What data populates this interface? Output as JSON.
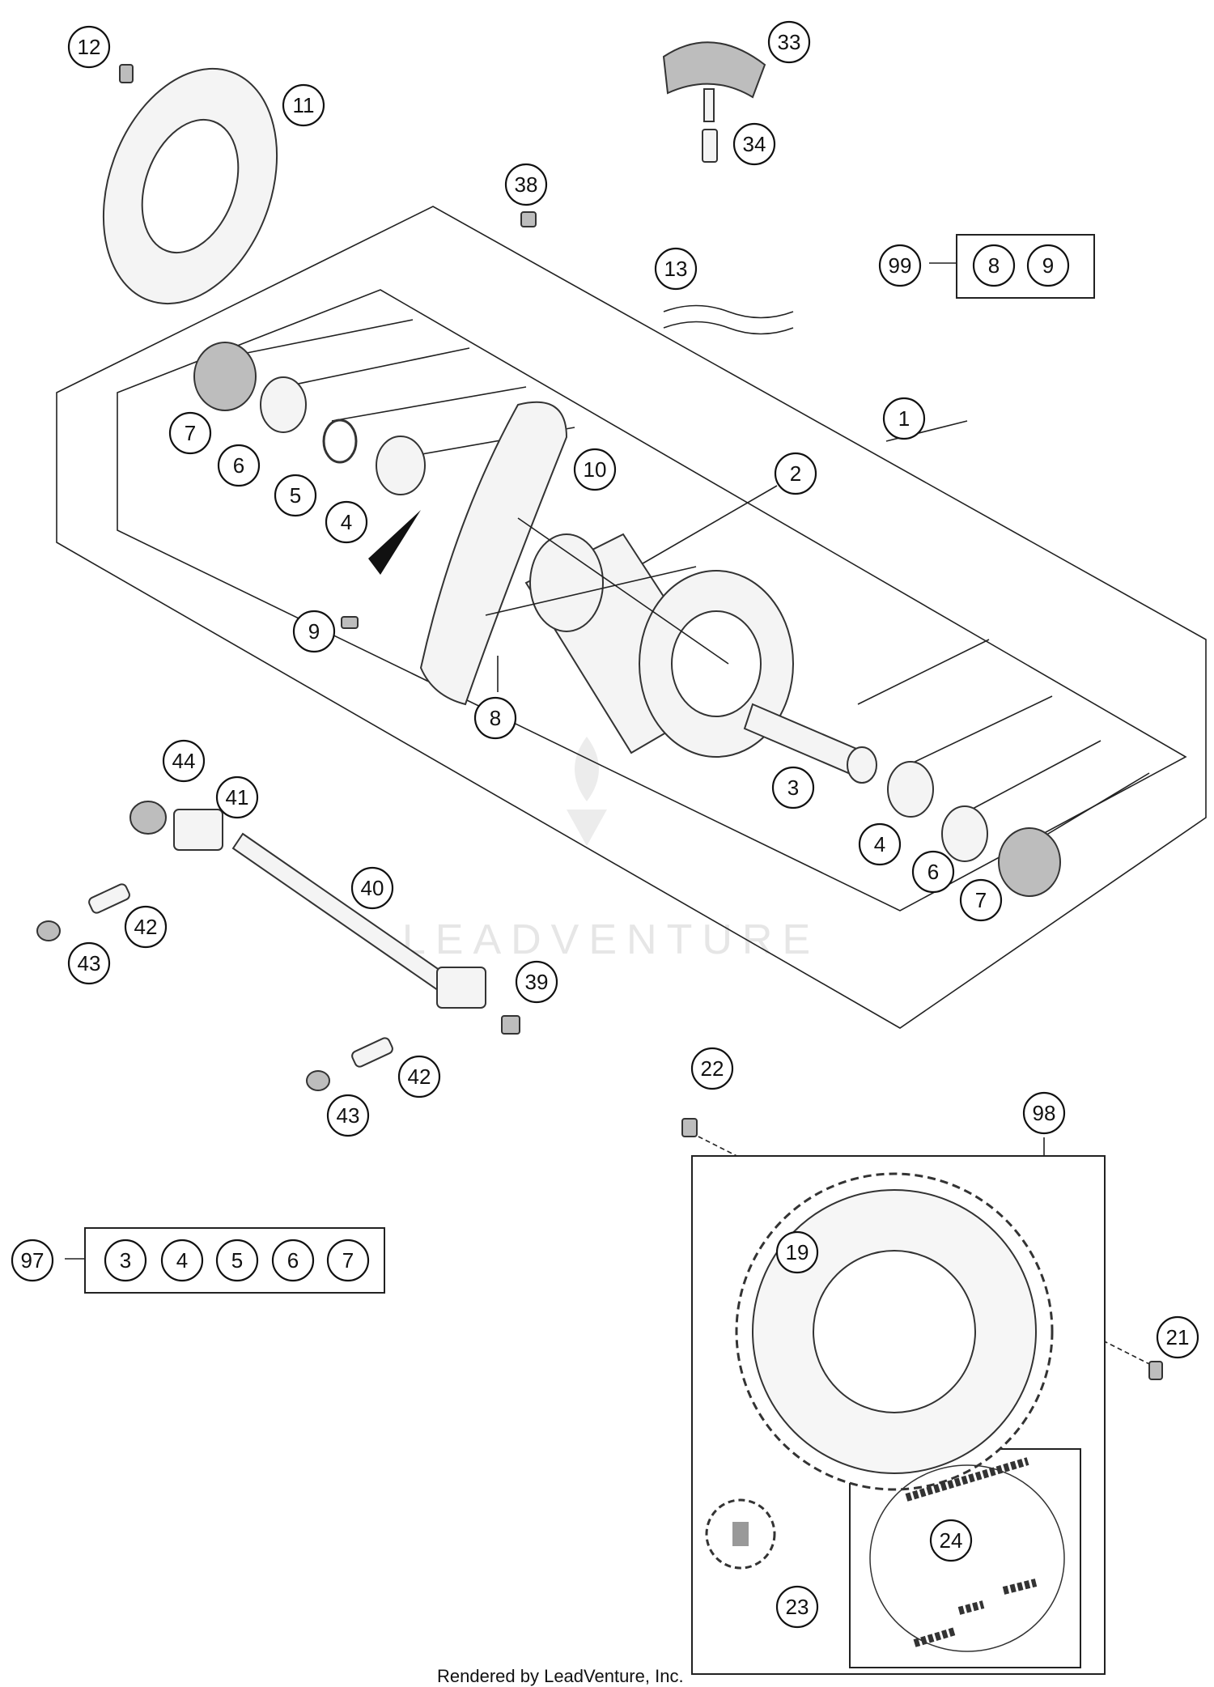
{
  "diagram": {
    "callouts": [
      {
        "id": "c12",
        "label": "12"
      },
      {
        "id": "c11",
        "label": "11"
      },
      {
        "id": "c33",
        "label": "33"
      },
      {
        "id": "c34",
        "label": "34"
      },
      {
        "id": "c38",
        "label": "38"
      },
      {
        "id": "c13",
        "label": "13"
      },
      {
        "id": "c99",
        "label": "99"
      },
      {
        "id": "c99-8",
        "label": "8"
      },
      {
        "id": "c99-9",
        "label": "9"
      },
      {
        "id": "c1",
        "label": "1"
      },
      {
        "id": "c7a",
        "label": "7"
      },
      {
        "id": "c6a",
        "label": "6"
      },
      {
        "id": "c5a",
        "label": "5"
      },
      {
        "id": "c4a",
        "label": "4"
      },
      {
        "id": "c10",
        "label": "10"
      },
      {
        "id": "c2",
        "label": "2"
      },
      {
        "id": "c9",
        "label": "9"
      },
      {
        "id": "c8",
        "label": "8"
      },
      {
        "id": "c3",
        "label": "3"
      },
      {
        "id": "c4b",
        "label": "4"
      },
      {
        "id": "c6b",
        "label": "6"
      },
      {
        "id": "c7b",
        "label": "7"
      },
      {
        "id": "c44",
        "label": "44"
      },
      {
        "id": "c41",
        "label": "41"
      },
      {
        "id": "c40",
        "label": "40"
      },
      {
        "id": "c42a",
        "label": "42"
      },
      {
        "id": "c43a",
        "label": "43"
      },
      {
        "id": "c39",
        "label": "39"
      },
      {
        "id": "c42b",
        "label": "42"
      },
      {
        "id": "c43b",
        "label": "43"
      },
      {
        "id": "c22",
        "label": "22"
      },
      {
        "id": "c98",
        "label": "98"
      },
      {
        "id": "c19",
        "label": "19"
      },
      {
        "id": "c21",
        "label": "21"
      },
      {
        "id": "c97",
        "label": "97"
      },
      {
        "id": "c97-3",
        "label": "3"
      },
      {
        "id": "c97-4",
        "label": "4"
      },
      {
        "id": "c97-5",
        "label": "5"
      },
      {
        "id": "c97-6",
        "label": "6"
      },
      {
        "id": "c97-7",
        "label": "7"
      },
      {
        "id": "c24",
        "label": "24"
      },
      {
        "id": "c23",
        "label": "23"
      }
    ]
  },
  "watermark": {
    "text": "LEADVENTURE"
  },
  "footer": {
    "text": "Rendered by LeadVenture, Inc."
  }
}
